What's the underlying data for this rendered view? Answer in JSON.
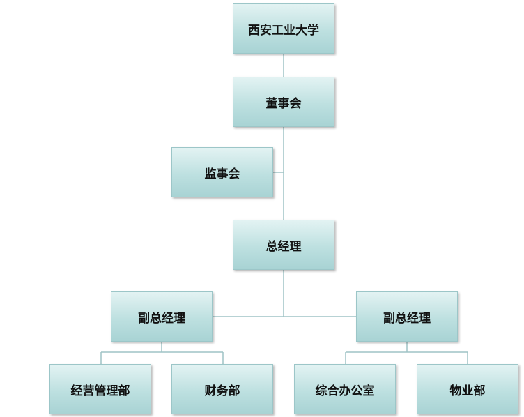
{
  "org_chart": {
    "colors": {
      "line": "#9fc3c5",
      "node_top": "#e3f3f3",
      "node_bottom": "#a8d3d4"
    },
    "nodes": {
      "university": "西安工业大学",
      "board": "董事会",
      "supervisory_board": "监事会",
      "general_manager": "总经理",
      "deputy_gm_left": "副总经理",
      "deputy_gm_right": "副总经理",
      "operations_dept": "经营管理部",
      "finance_dept": "财务部",
      "general_office": "综合办公室",
      "property_dept": "物业部"
    }
  }
}
